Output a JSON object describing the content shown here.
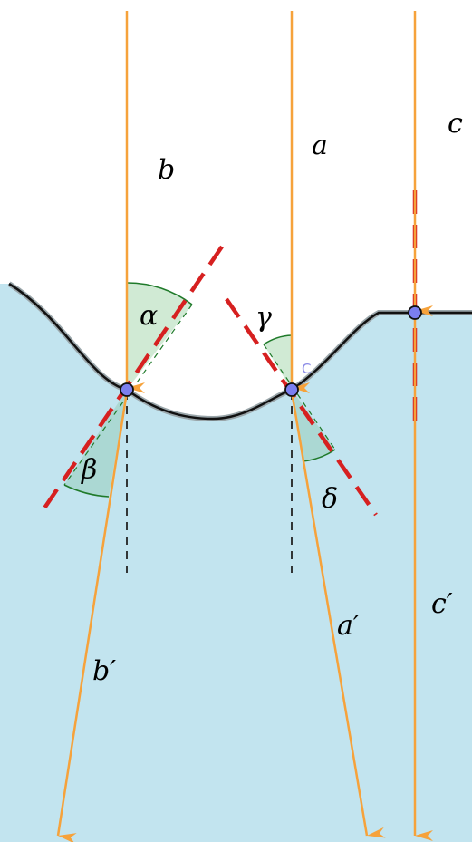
{
  "diagram": {
    "colors": {
      "medium": "#c2e4ef",
      "ray": "#f6a23b",
      "normal_line": "#d62020",
      "surface": "#111111",
      "point": "#7b7ff0",
      "angle_fill": "#cbe8cf",
      "angle_arc": "#1f7a2a"
    },
    "incident_rays": [
      "a",
      "b",
      "c"
    ],
    "refracted_rays": [
      "a′",
      "b′",
      "c′"
    ],
    "angles": [
      "α",
      "β",
      "γ",
      "δ"
    ],
    "point_tag": "C"
  }
}
